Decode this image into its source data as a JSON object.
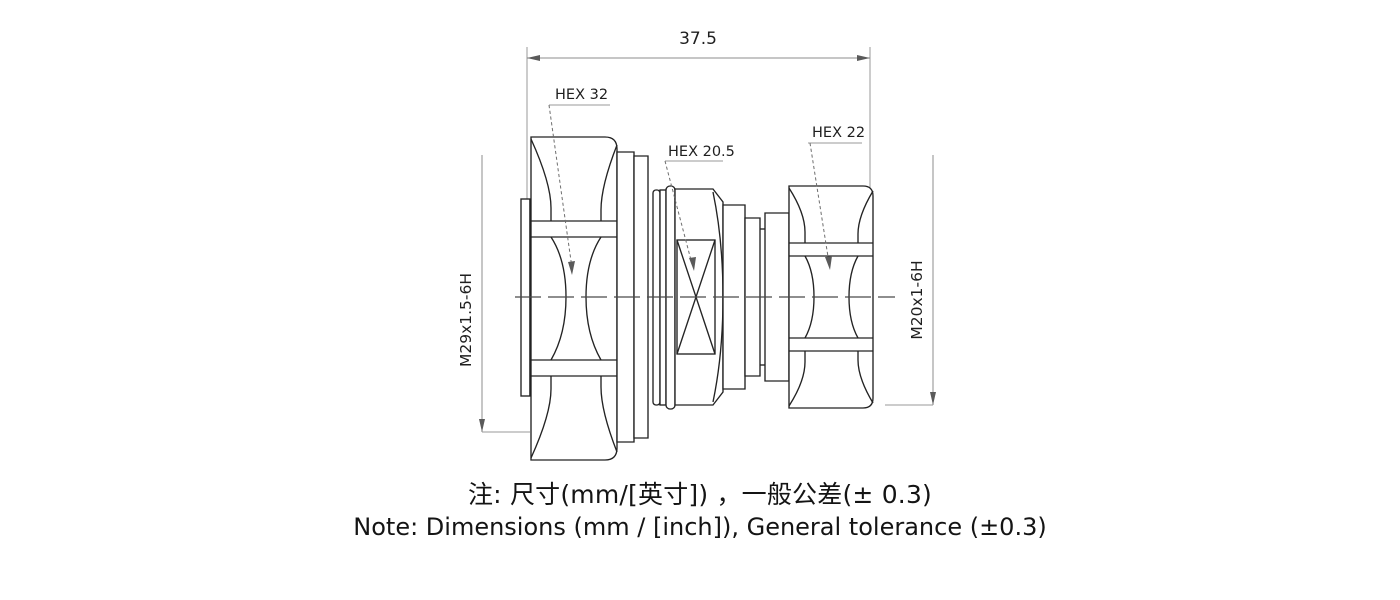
{
  "drawing": {
    "title": "Coaxial adapter dimensional drawing",
    "background_color": "#ffffff",
    "line_color": "#232323",
    "dimension_line_color": "#8c8c8c",
    "centerline_color": "#4a4a4a"
  },
  "dimensions": {
    "overall_length": {
      "value": "37.5",
      "unit": "mm",
      "orientation": "horizontal",
      "position": "top"
    }
  },
  "thread_labels": {
    "left": {
      "text": "M29x1.5-6H",
      "orientation": "vertical",
      "position": "left"
    },
    "right": {
      "text": "M20x1-6H",
      "orientation": "vertical",
      "position": "right"
    }
  },
  "hex_callouts": [
    {
      "text": "HEX 32",
      "position": "left-nut"
    },
    {
      "text": "HEX 20.5",
      "position": "middle-body"
    },
    {
      "text": "HEX 22",
      "position": "right-nut"
    }
  ],
  "notes": {
    "line_cn": "注: 尺寸(mm/[英寸) ，一般公差(± 0.3)",
    "line_cn_display": "注: 尺寸(mm/[英寸]) ，一般公差(± 0.3)",
    "line_en": "Note: Dimensions (mm / [inch]), General tolerance (±0.3)"
  }
}
